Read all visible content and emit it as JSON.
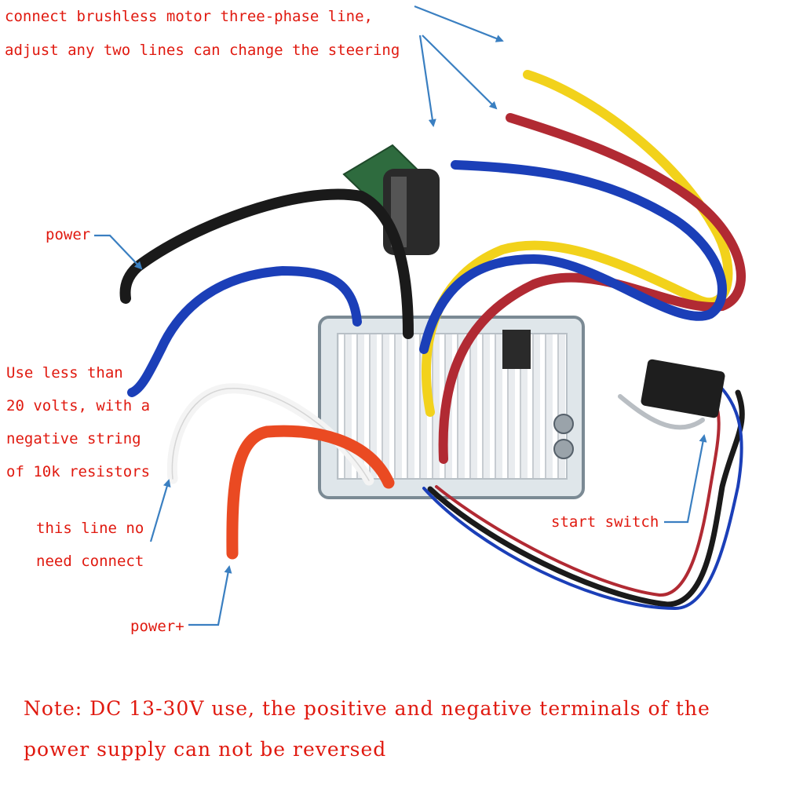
{
  "labels": {
    "motor_line1": "connect brushless motor three-phase line,",
    "motor_line2": "adjust any two lines can change the steering",
    "power": "power",
    "resistor_line1": "Use less than",
    "resistor_line2": "20 volts, with a",
    "resistor_line3": "negative string",
    "resistor_line4": "of 10k resistors",
    "no_connect_line1": "this line no",
    "no_connect_line2": "need connect",
    "power_plus": "power+",
    "start_switch": "start switch"
  },
  "note": {
    "line1": "Note: DC 13-30V use, the positive and negative terminals of the",
    "line2": "power supply can not be reversed"
  },
  "colors": {
    "text": "#e0190f",
    "arrow": "#3a7fc1",
    "wire_yellow": "#f2d21b",
    "wire_red": "#b12a33",
    "wire_blue": "#1b3fb8",
    "wire_black": "#1a1a1a",
    "wire_white": "#f4f4f4",
    "wire_orange": "#ea4a22"
  },
  "icons": {
    "controller": "heatsink-controller-icon",
    "capacitor": "capacitor-icon",
    "switch": "micro-switch-icon"
  }
}
